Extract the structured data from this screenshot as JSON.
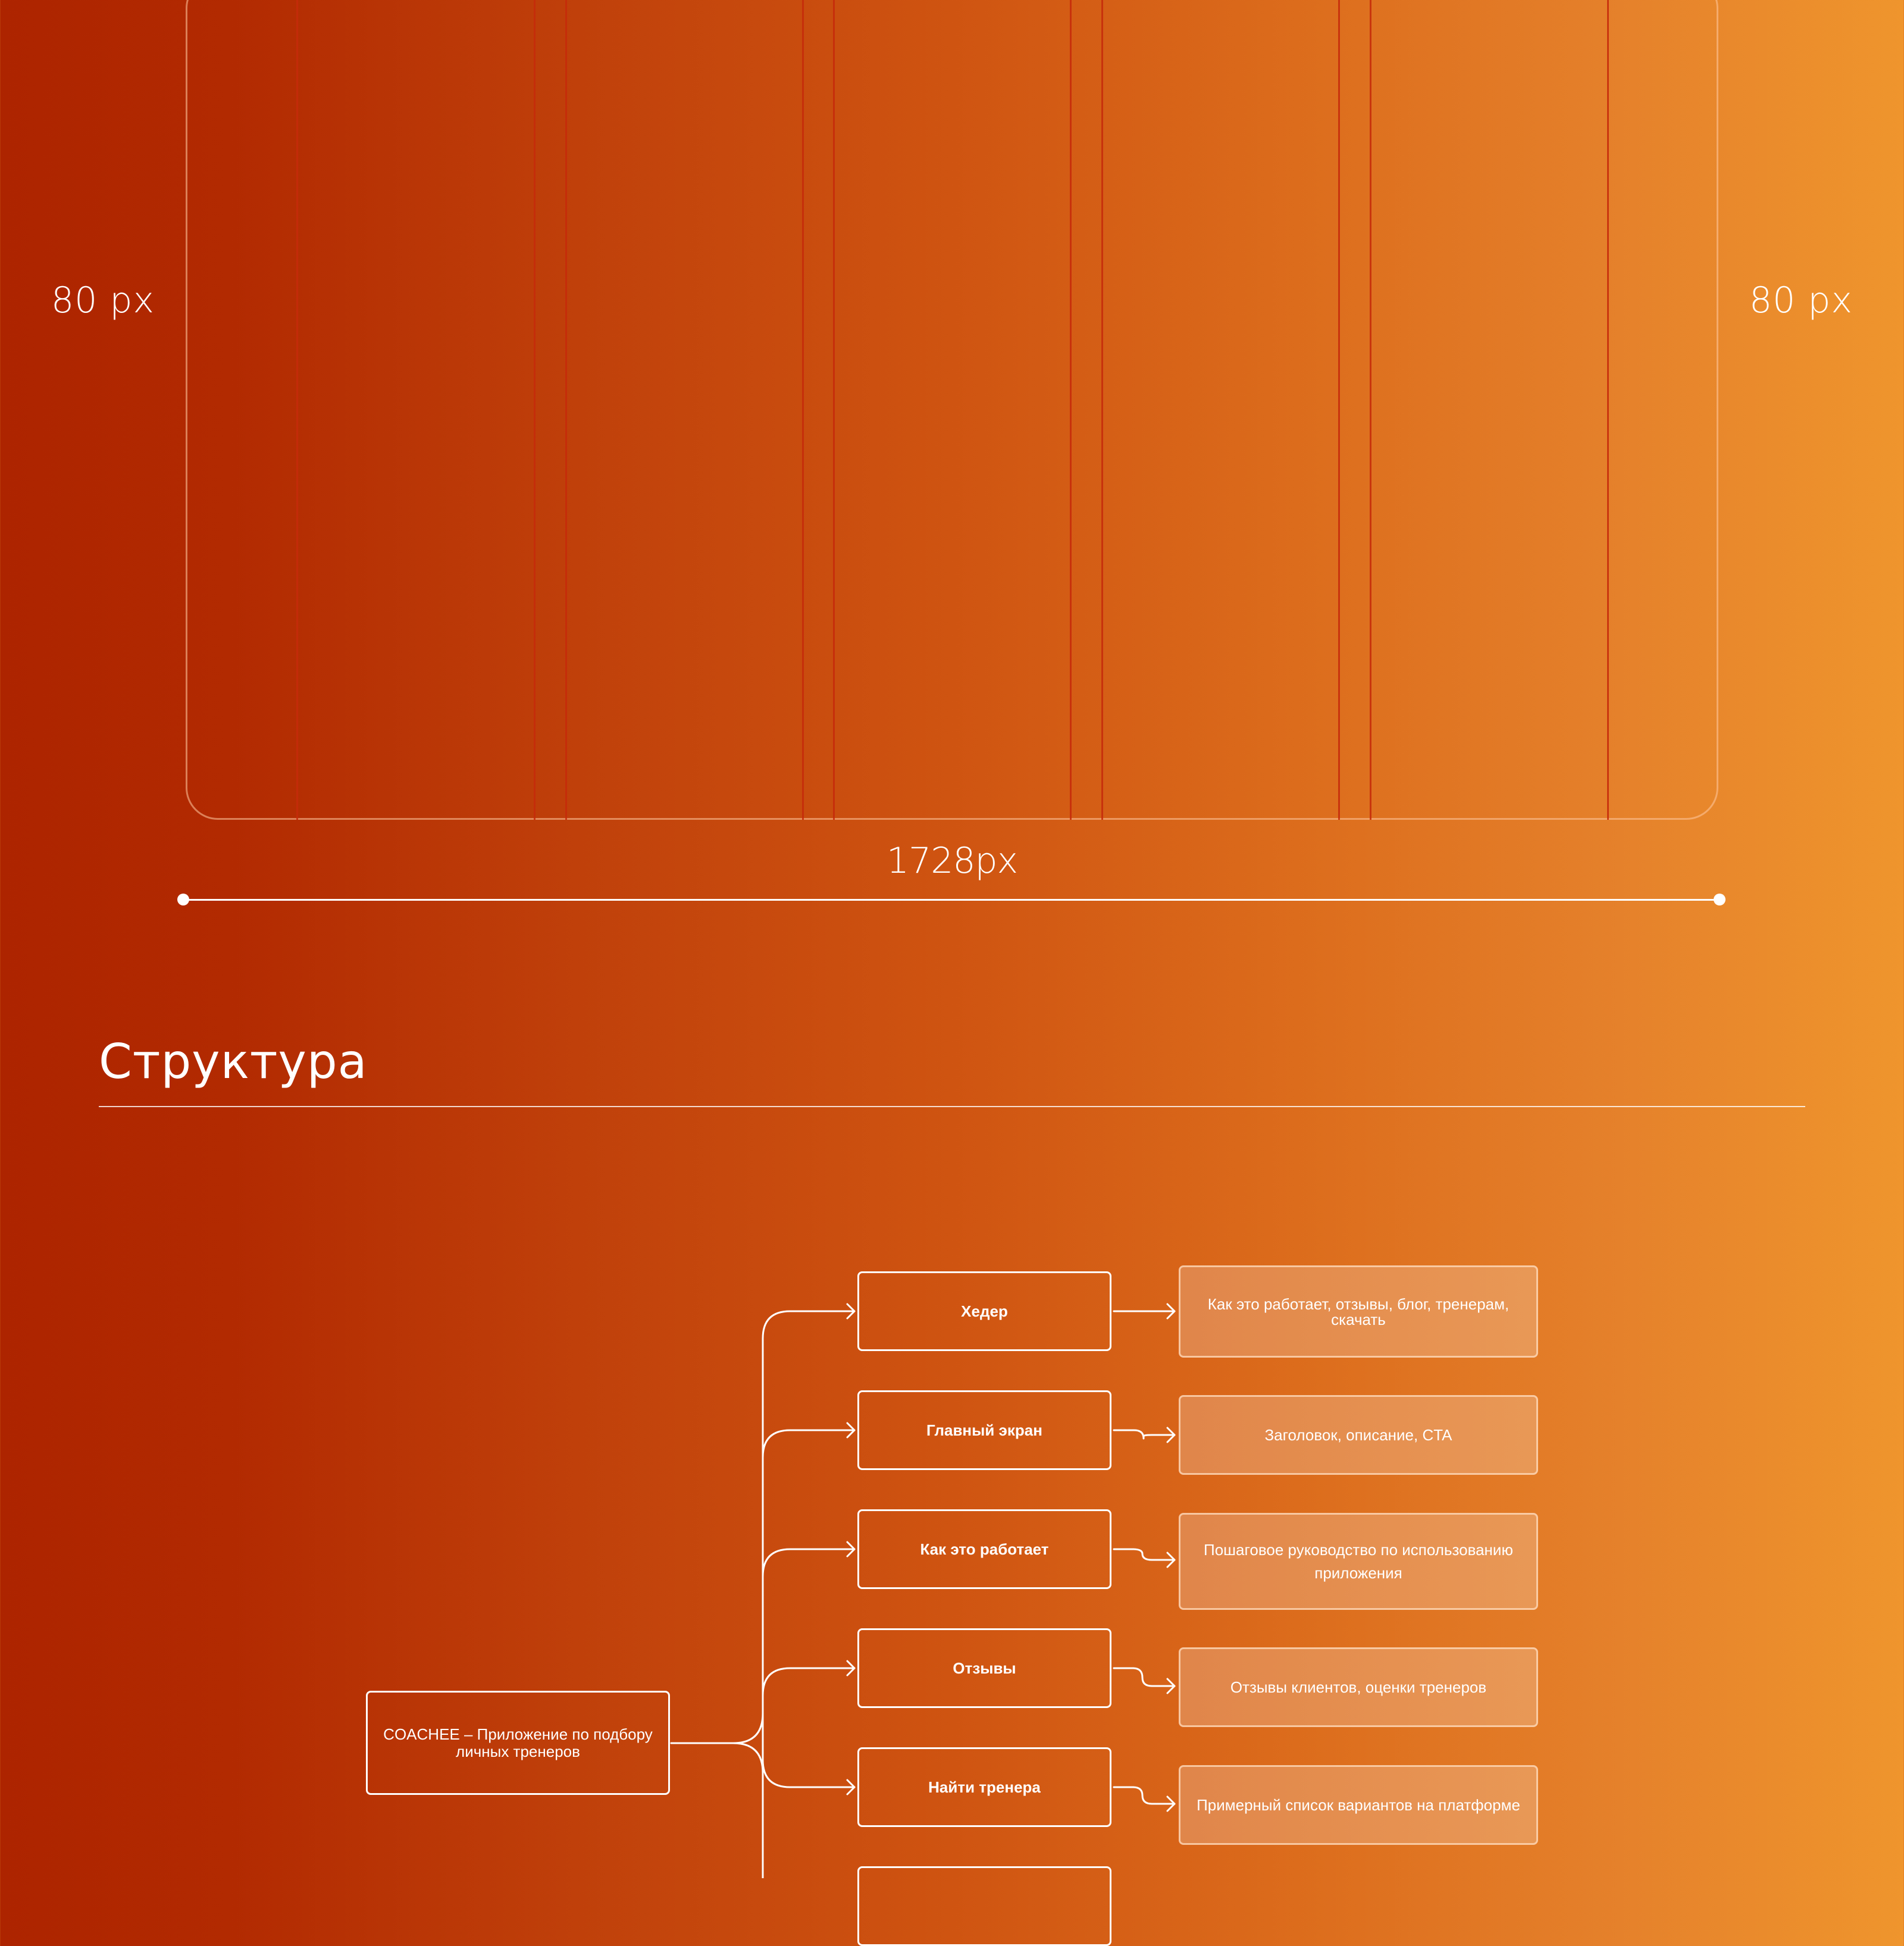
{
  "layout_spec": {
    "margin_left_label": "80 px",
    "margin_right_label": "80 px",
    "width_label": "1728px"
  },
  "structure": {
    "title": "Структура",
    "root": "COACHEE – Приложение по подбору личных тренеров",
    "sections": [
      {
        "label": "Хедер",
        "detail": "Как это работает, отзывы, блог, тренерам, скачать"
      },
      {
        "label": "Главный экран",
        "detail": "Заголовок, описание, CTA"
      },
      {
        "label": "Как это работает",
        "detail": "Пошаговое руководство по использованию приложения"
      },
      {
        "label": "Отзывы",
        "detail": "Отзывы клиентов, оценки тренеров"
      },
      {
        "label": "Найти тренера",
        "detail": "Примерный список вариантов на платформе"
      }
    ]
  },
  "colors": {
    "gradient_start": "#ad2400",
    "gradient_end": "#ef952d",
    "grid_line": "#c62a0b",
    "stroke": "#ffffff"
  }
}
